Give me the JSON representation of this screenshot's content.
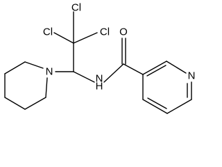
{
  "molecule": {
    "atoms": {
      "cl1": "Cl",
      "cl2": "Cl",
      "cl3": "Cl",
      "n_piperidine": "N",
      "n_amide": "N",
      "h_amide": "H",
      "o_carbonyl": "O",
      "n_pyridine": "N"
    }
  }
}
